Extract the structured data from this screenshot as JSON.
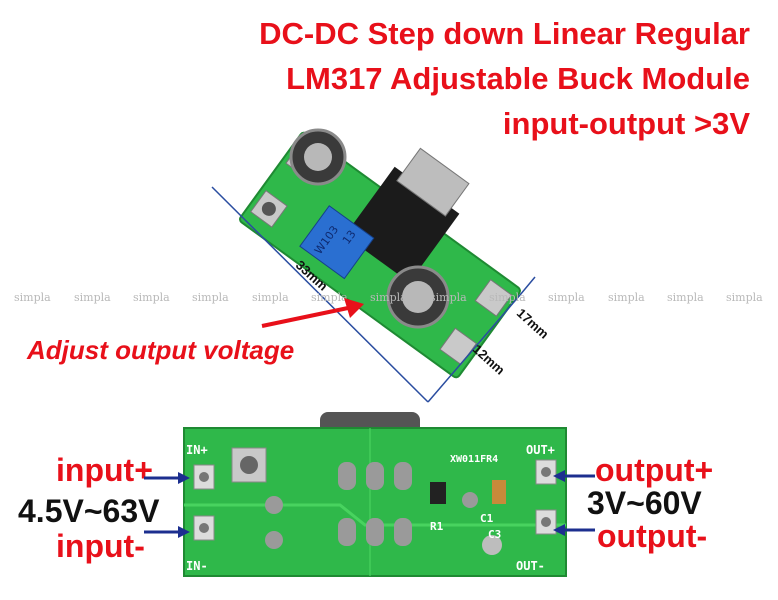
{
  "header": {
    "line1": "DC-DC Step down Linear Regular",
    "line2": "LM317 Adjustable Buck Module",
    "line3": "input-output >3V"
  },
  "watermark": "simpla",
  "annotation": {
    "adjust": "Adjust output voltage"
  },
  "dimensions": {
    "length": "33mm",
    "width": "17mm",
    "height": "12mm"
  },
  "pots": {
    "code_a": "W103",
    "code_b": "13"
  },
  "board_silk": {
    "in_plus": "IN+",
    "in_minus": "IN-",
    "out_plus": "OUT+",
    "out_minus": "OUT-",
    "model": "XW011FR4",
    "r1": "R1",
    "c1": "C1",
    "c3": "C3"
  },
  "labels": {
    "input_plus": "input+",
    "input_range": "4.5V~63V",
    "input_minus": "input-",
    "output_plus": "output+",
    "output_range": "3V~60V",
    "output_minus": "output-"
  },
  "colors": {
    "accent_red": "#e8101a",
    "pcb_green": "#2fb84a",
    "arrow_blue": "#1c2f8f"
  }
}
